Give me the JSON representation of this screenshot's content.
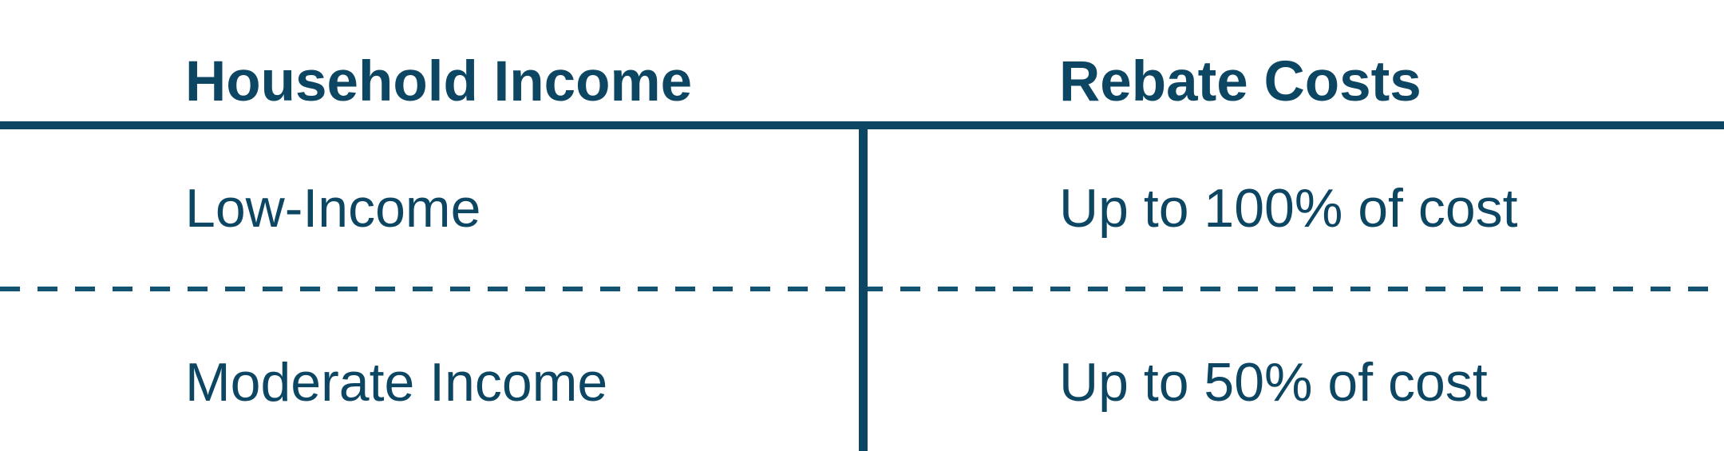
{
  "colors": {
    "accent": "#0d4663",
    "dash": "#135271",
    "background": "#ffffff"
  },
  "table": {
    "columns": [
      {
        "header": "Household Income"
      },
      {
        "header": "Rebate Costs"
      }
    ],
    "rows": [
      {
        "income": "Low-Income",
        "rebate": "Up to 100% of cost"
      },
      {
        "income": "Moderate Income",
        "rebate": "Up to 50% of cost"
      }
    ]
  },
  "chart_data": {
    "type": "table",
    "title": "",
    "columns": [
      "Household Income",
      "Rebate Costs"
    ],
    "rows": [
      [
        "Low-Income",
        "Up to 100% of cost"
      ],
      [
        "Moderate Income",
        "Up to 50% of cost"
      ]
    ],
    "layout_hints": {
      "header_rule": "solid",
      "row_separator": "dashed",
      "column_divider": "solid-vertical",
      "text_align": "left"
    }
  }
}
